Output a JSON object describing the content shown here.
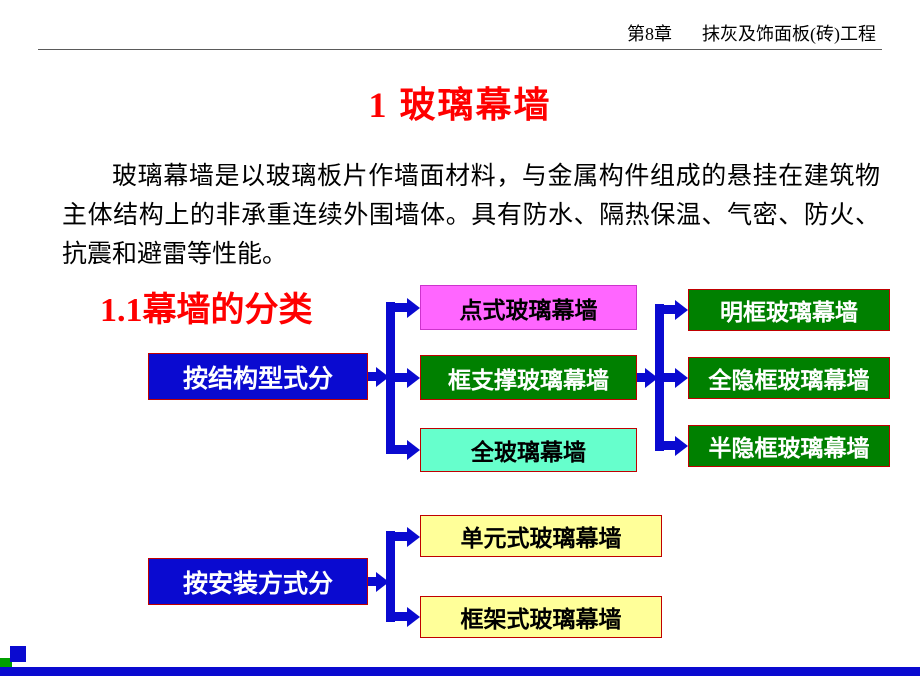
{
  "header": {
    "chapter": "第8章",
    "course_title": "抹灰及饰面板(砖)工程"
  },
  "slide": {
    "title": "1  玻璃幕墙",
    "paragraph": "玻璃幕墙是以玻璃板片作墙面材料，与金属构件组成的悬挂在建筑物主体结构上的非承重连续外围墙体。具有防水、隔热保温、气密、防火、抗震和避雷等性能。",
    "section_heading": "1.1幕墙的分类"
  },
  "diagram": {
    "structure_group": {
      "label": "按结构型式分",
      "types": [
        {
          "label": "点式玻璃幕墙",
          "color": "#ff66ff"
        },
        {
          "label": "框支撑玻璃幕墙",
          "color": "#008000"
        },
        {
          "label": "全玻璃幕墙",
          "color": "#66ffcc"
        }
      ],
      "frame_supported_subtypes": [
        {
          "label": "明框玻璃幕墙",
          "color": "#008000"
        },
        {
          "label": "全隐框玻璃幕墙",
          "color": "#008000"
        },
        {
          "label": "半隐框玻璃幕墙",
          "color": "#008000"
        }
      ]
    },
    "installation_group": {
      "label": "按安装方式分",
      "types": [
        {
          "label": "单元式玻璃幕墙",
          "color": "#ffff99"
        },
        {
          "label": "框架式玻璃幕墙",
          "color": "#ffff99"
        }
      ]
    }
  },
  "colors": {
    "category_box": "#0a0ad0",
    "arrow": "#0a0ad0",
    "title_red": "#ff0000",
    "bottom_bar": "#0a0ad0",
    "corner_square_green": "#00a000"
  }
}
